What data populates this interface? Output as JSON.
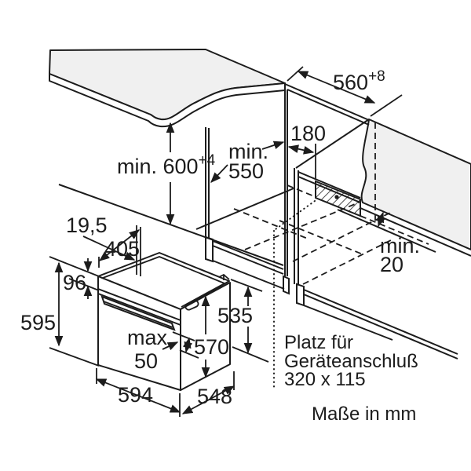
{
  "diagram": {
    "unit_note": "Maße in mm",
    "connection_note": {
      "line1": "Platz für",
      "line2": "Geräteanschluß",
      "line3": "320 x 115"
    },
    "dimensions": {
      "niche_height": {
        "base": "min. 600",
        "sup": "+4"
      },
      "niche_width": {
        "base": "560",
        "sup": "+8"
      },
      "niche_depth": {
        "line1": "min.",
        "line2": "550"
      },
      "top_offset": "180",
      "rear_gap": {
        "line1": "min.",
        "line2": "20"
      },
      "panel_gap": "19,5",
      "body_depth_top": "405",
      "panel_height": "96",
      "oven_height": "595",
      "handle_clearance": {
        "line1": "max.",
        "line2": "50"
      },
      "oven_width": "594",
      "oven_depth": "548",
      "body_height": "570",
      "front_height": "535"
    },
    "colors": {
      "line": "#1c1c1c",
      "surface": "#f0f0f0",
      "background": "#ffffff"
    }
  }
}
